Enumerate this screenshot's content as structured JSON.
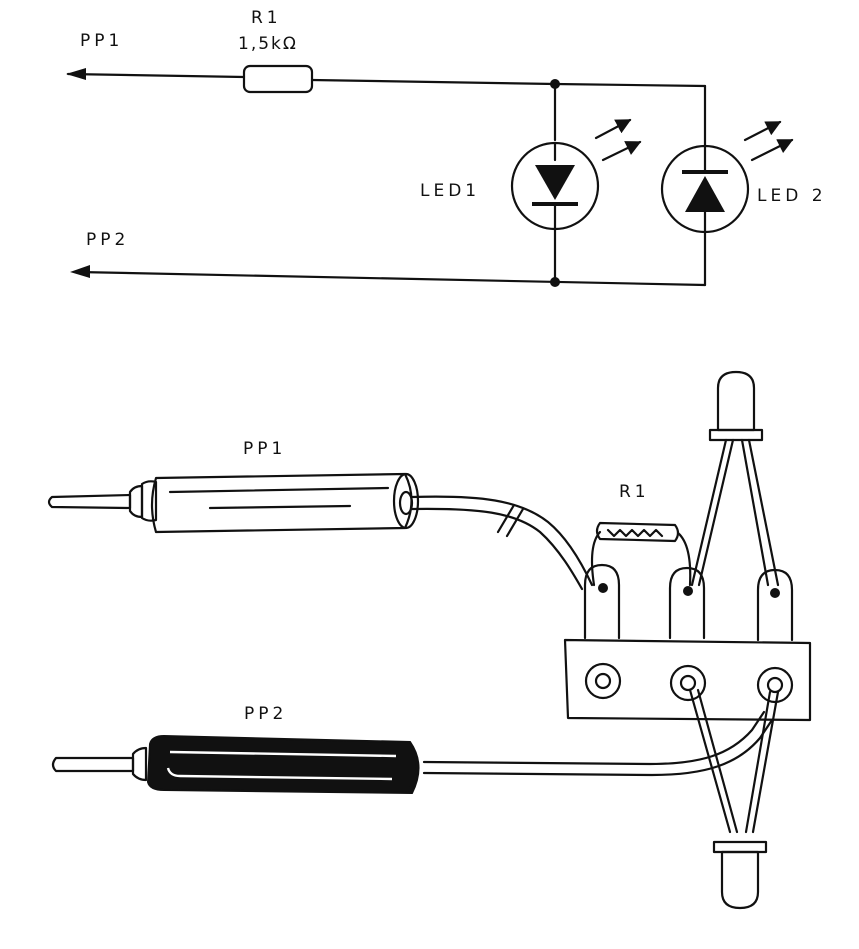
{
  "schematic": {
    "probe1_label": "PP1",
    "probe2_label": "PP2",
    "resistor_name": "R1",
    "resistor_value": "1,5kΩ",
    "led1_label": "LED1",
    "led2_label": "LED 2"
  },
  "assembly": {
    "probe1_label": "PP1",
    "probe2_label": "PP2",
    "resistor_name": "R1"
  }
}
